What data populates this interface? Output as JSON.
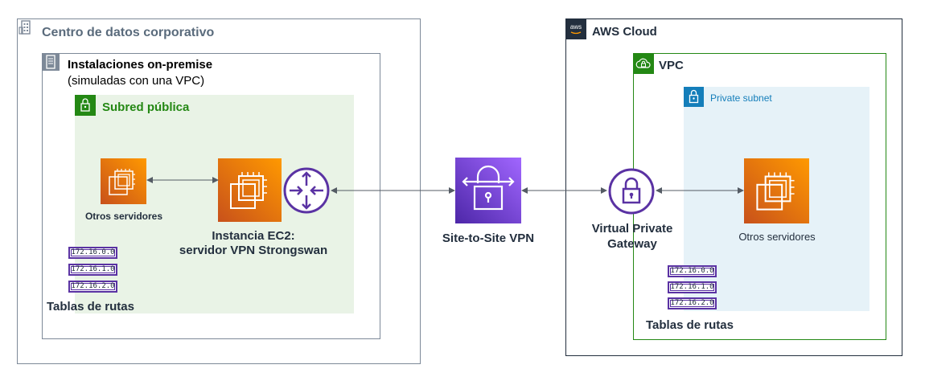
{
  "corporate_dc": {
    "title": "Centro de datos corporativo",
    "icon": "building-icon"
  },
  "onprem": {
    "title": "Instalaciones on-premise",
    "subtitle": "(simuladas con una VPC)",
    "icon": "server-rack-icon"
  },
  "public_subnet": {
    "title": "Subred pública",
    "icon": "lock-icon",
    "color": "#248814"
  },
  "onprem_servers": {
    "label": "Otros servidores"
  },
  "ec2_instance": {
    "label_line1": "Instancia EC2:",
    "label_line2": "servidor VPN Strongswan"
  },
  "onprem_routes": {
    "title": "Tablas de rutas",
    "entries": [
      "172.16.0.0",
      "172.16.1.0",
      "172.16.2.0"
    ]
  },
  "vpn": {
    "label": "Site-to-Site VPN",
    "color": "#7b3fe4"
  },
  "aws_cloud": {
    "title": "AWS Cloud",
    "badge": "aws"
  },
  "vpc": {
    "title": "VPC",
    "icon": "cloud-lock-icon",
    "color": "#248814"
  },
  "private_subnet": {
    "title": "Private subnet",
    "icon": "lock-icon",
    "color": "#147eba"
  },
  "vpg": {
    "label_line1": "Virtual Private",
    "label_line2": "Gateway"
  },
  "aws_servers": {
    "label": "Otros servidores"
  },
  "aws_routes": {
    "title": "Tablas de rutas",
    "entries": [
      "172.16.0.0",
      "172.16.1.0",
      "172.16.2.0"
    ]
  },
  "colors": {
    "ec2_orange": "#ed7100",
    "purple": "#5a32a3",
    "frame_gray": "#7d8998",
    "subnet_green_bg": "#e9f3e6",
    "subnet_blue_bg": "#e6f2f8"
  }
}
